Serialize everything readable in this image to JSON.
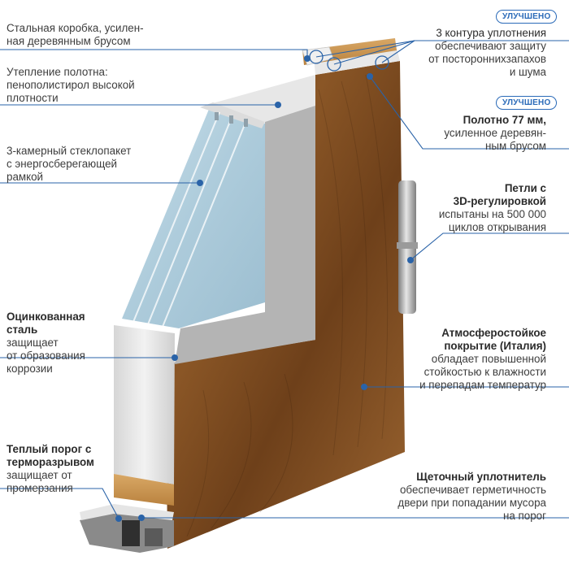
{
  "colors": {
    "accent": "#2a63a8",
    "wood": "#7a4a1e",
    "metal": "#e4e4e4",
    "glass": "#a9c9dc"
  },
  "badges": [
    "УЛУЧШЕНО",
    "УЛУЧШЕНО"
  ],
  "callouts": {
    "frame": {
      "title": "Стальная коробка, усилен-\nная деревянным брусом",
      "text": ""
    },
    "insulation": {
      "title": "Утепление полотна:",
      "text": "пенополистирол высокой\nплотности"
    },
    "glass": {
      "title": "",
      "text": "3-камерный стеклопакет\nс энергосберегающей\nрамкой"
    },
    "steel": {
      "title": "Оцинкованная\nсталь",
      "text": "защищает\nот образования\nкоррозии"
    },
    "threshold": {
      "title": "Теплый порог с\nтерморазрывом",
      "text": "защищает от\nпромерзания"
    },
    "seal": {
      "title": "3 контура уплотнения",
      "text": "обеспечивают защиту\nот постороннихзапахов\nи шума"
    },
    "leaf": {
      "title": "Полотно 77 мм,",
      "text": "усиленное деревян-\nным брусом"
    },
    "hinges": {
      "title": "Петли с\n3D-регулировкой",
      "text": "испытаны на 500 000\nциклов открывания"
    },
    "coating": {
      "title": "Атмосферостойкое\nпокрытие (Италия)",
      "text": "обладает повышенной\nстойкостью к влажности\nи перепадам температур"
    },
    "brush": {
      "title": "Щеточный уплотнитель",
      "text": "обеспечивает герметичность\nдвери при попадании мусора\nна порог"
    }
  }
}
